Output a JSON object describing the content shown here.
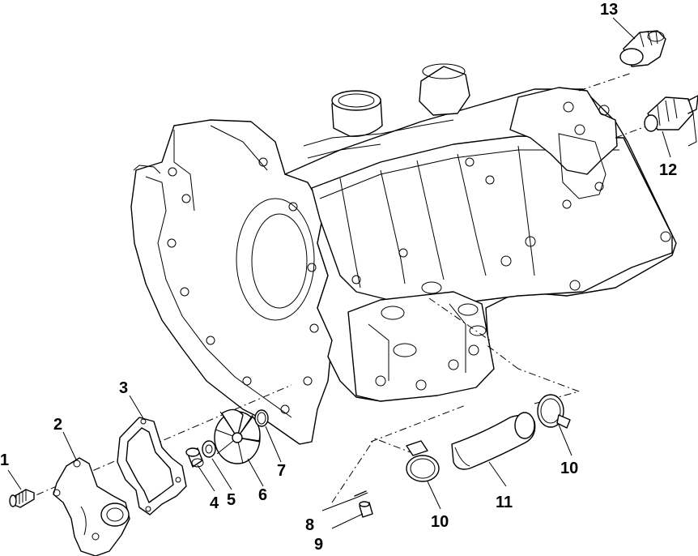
{
  "callouts": [
    {
      "id": "c1",
      "label": "1"
    },
    {
      "id": "c2",
      "label": "2"
    },
    {
      "id": "c3",
      "label": "3"
    },
    {
      "id": "c4",
      "label": "4"
    },
    {
      "id": "c5",
      "label": "5"
    },
    {
      "id": "c6",
      "label": "6"
    },
    {
      "id": "c7",
      "label": "7"
    },
    {
      "id": "c8",
      "label": "8"
    },
    {
      "id": "c9",
      "label": "9"
    },
    {
      "id": "c10a",
      "label": "10"
    },
    {
      "id": "c10b",
      "label": "10"
    },
    {
      "id": "c11",
      "label": "11"
    },
    {
      "id": "c12",
      "label": "12"
    },
    {
      "id": "c13",
      "label": "13"
    }
  ]
}
